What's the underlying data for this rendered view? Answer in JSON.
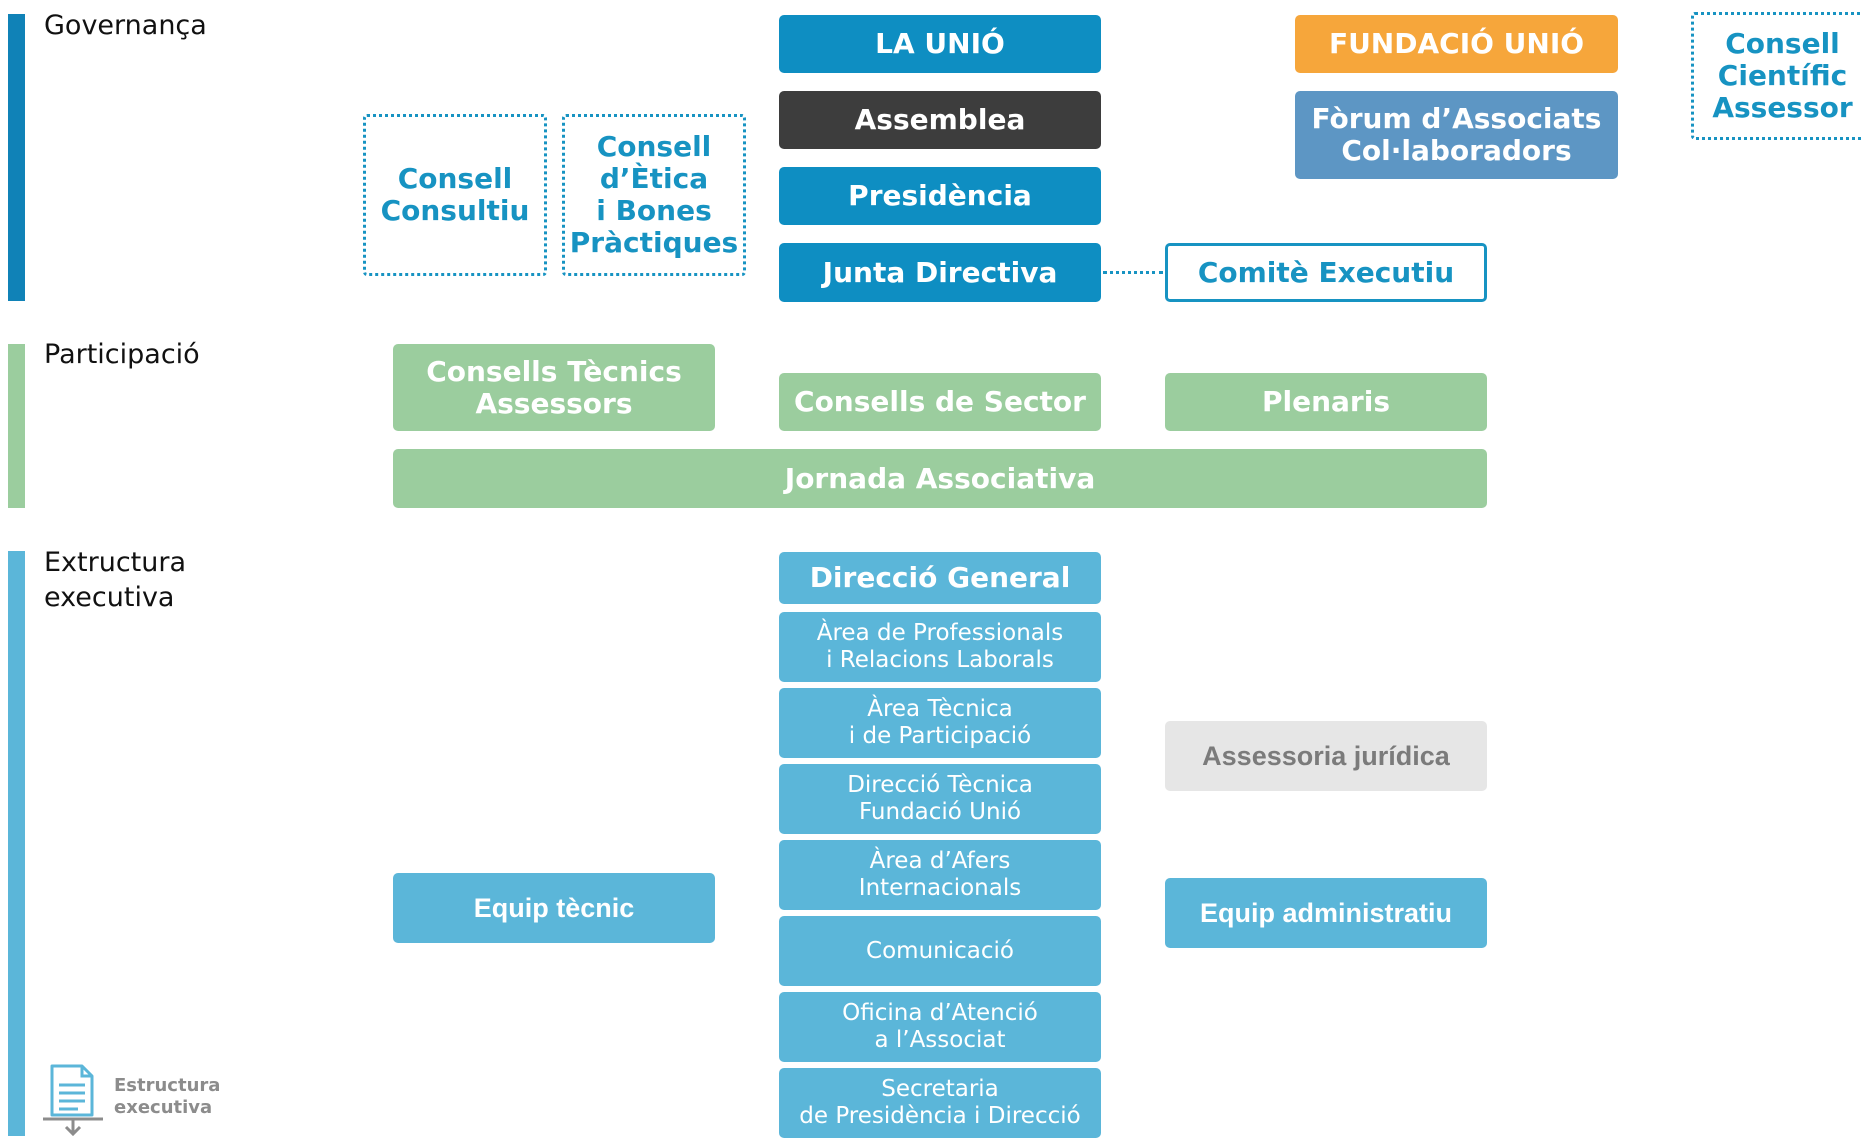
{
  "colors": {
    "governance_accent": "#1082b7",
    "primary_blue": "#0e8ec2",
    "assemblea_dark": "#3d3d3d",
    "fundacio_orange": "#f6a63b",
    "forum_steel": "#5d96c4",
    "participation_green": "#9bcd9e",
    "executive_blue": "#5bb6d9",
    "juridica_gray": "#e6e6e6",
    "juridica_text": "#7b7b7b",
    "dotted_blue": "#1793c2"
  },
  "sections": {
    "governanca": "Governança",
    "participacio": "Participació",
    "extructura": "Extructura\nexecutiva"
  },
  "governanca": {
    "la_unio": "LA UNIÓ",
    "assemblea": "Assemblea",
    "presidencia": "Presidència",
    "junta": "Junta Directiva",
    "comite": "Comitè Executiu",
    "fundacio": "FUNDACIÓ UNIÓ",
    "forum": "Fòrum d’Associats\nCol·laboradors",
    "consell_cientific": "Consell\nCientífic\nAssessor",
    "consell_consultiu": "Consell\nConsultiu",
    "consell_etica": "Consell\nd’Ètica\ni Bones\nPràctiques"
  },
  "participacio": {
    "consells_tecnics": "Consells Tècnics\nAssessors",
    "consells_sector": "Consells de Sector",
    "plenaris": "Plenaris",
    "jornada": "Jornada Associativa"
  },
  "executiva": {
    "direccio_general": "Direcció General",
    "areas": [
      "Àrea de Professionals\ni Relacions Laborals",
      "Àrea Tècnica\ni de Participació",
      "Direcció Tècnica\nFundació Unió",
      "Àrea d’Afers\nInternacionals",
      "Comunicació",
      "Oficina d’Atenció\na l’Associat",
      "Secretaria\nde Presidència i Direcció"
    ],
    "equip_tecnic": "Equip tècnic",
    "assessoria_juridica": "Assessoria jurídica",
    "equip_administratiu": "Equip administratiu"
  },
  "footer": {
    "icon": "document-download-icon",
    "label": "Estructura\nexecutiva"
  }
}
